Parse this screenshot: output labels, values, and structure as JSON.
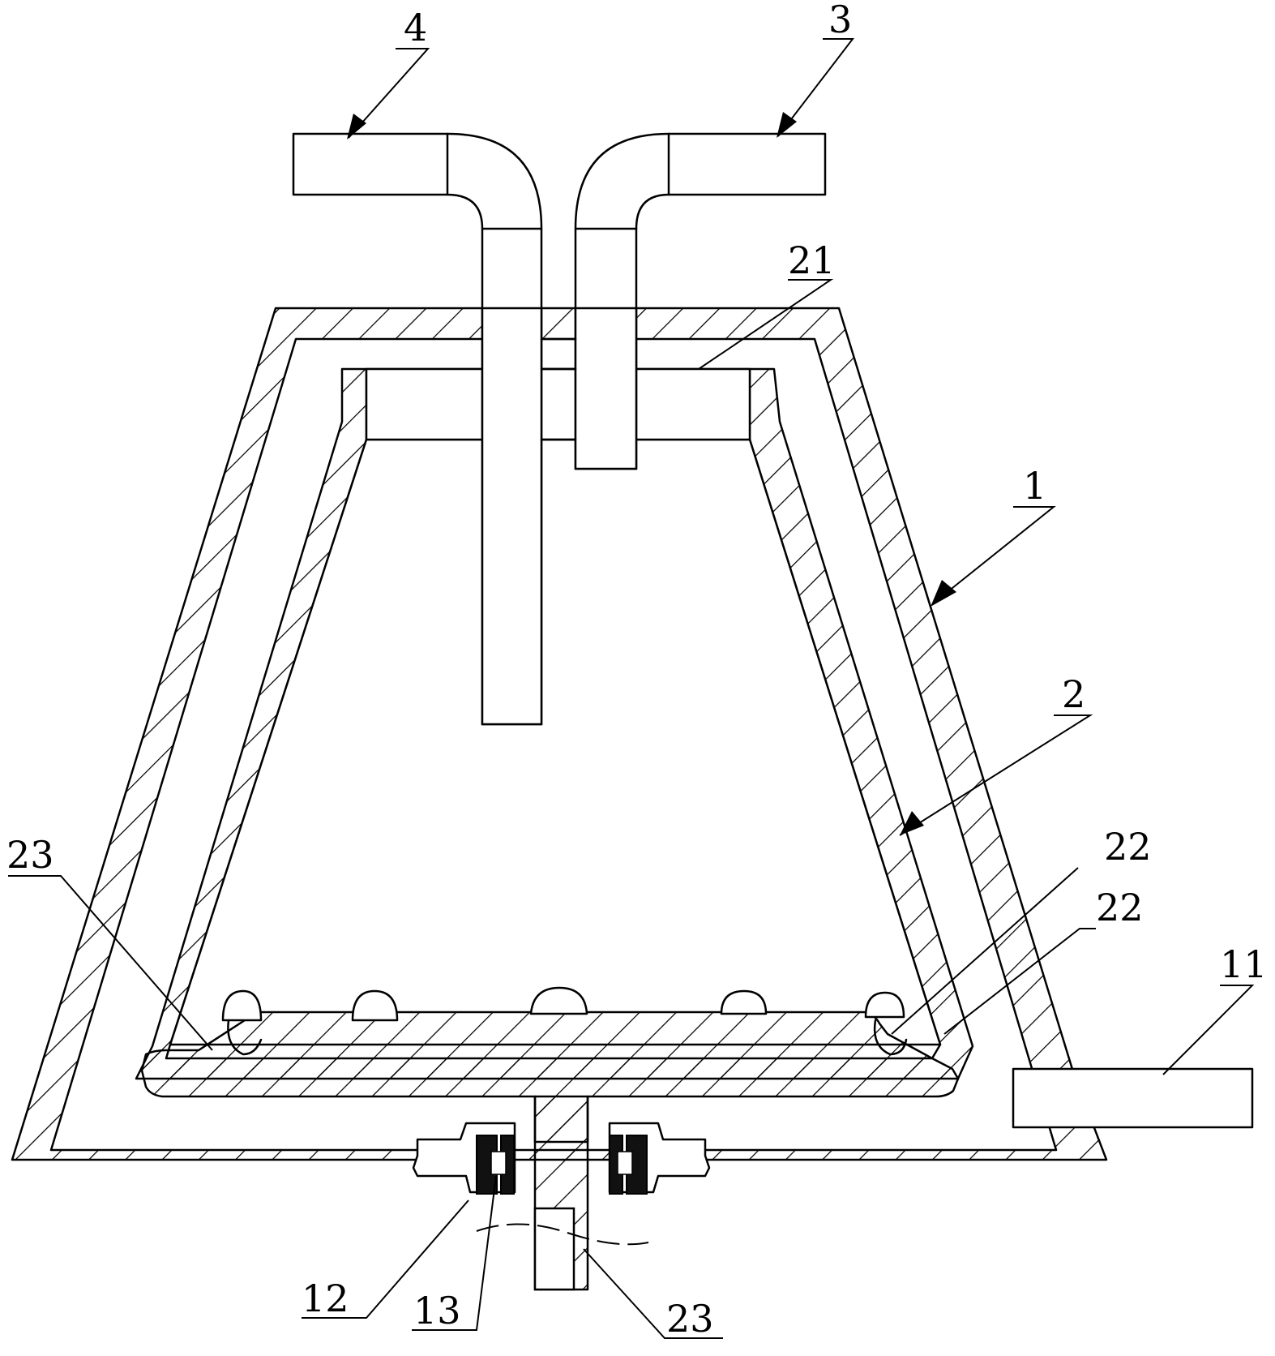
{
  "colors": {
    "line": "#000000",
    "background": "#ffffff",
    "seal": "#111111"
  },
  "labels": {
    "l4": "4",
    "l3": "3",
    "l21": "21",
    "l1": "1",
    "l2": "2",
    "l23_left": "23",
    "l22_upper": "22",
    "l22_lower": "22",
    "l11": "11",
    "l12": "12",
    "l13": "13",
    "l23_bottom": "23"
  }
}
